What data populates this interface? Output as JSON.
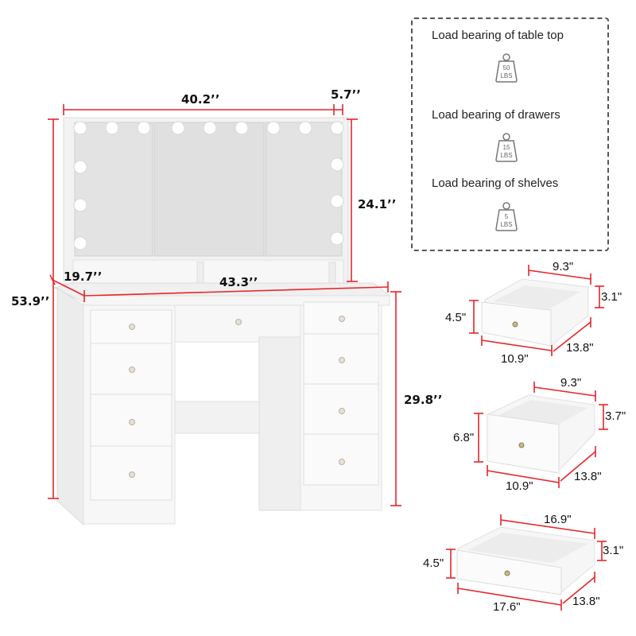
{
  "vanity": {
    "dimensions": {
      "mirror_width": "40.2’’",
      "side_depth": "5.7’’",
      "mirror_height": "24.1’’",
      "total_height": "53.9’’",
      "depth": "19.7’’",
      "table_width": "43.3’’",
      "table_height": "29.8’’"
    },
    "colors": {
      "dimension_line": "#e8252a",
      "furniture": "#f4f4f4",
      "mirror": "#e2e2e2"
    }
  },
  "load_bearing": {
    "items": [
      {
        "label": "Load bearing of table top",
        "weight": "50",
        "unit": "LBS"
      },
      {
        "label": "Load bearing of drawers",
        "weight": "15",
        "unit": "LBS"
      },
      {
        "label": "Load bearing of shelves",
        "weight": "5",
        "unit": "LBS"
      }
    ]
  },
  "drawers": [
    {
      "name": "small-drawer",
      "inner_width": "9.3\"",
      "inner_height": "3.1\"",
      "front_height": "4.5\"",
      "front_width": "10.9\"",
      "depth": "13.8\""
    },
    {
      "name": "deep-drawer",
      "inner_width": "9.3\"",
      "inner_height": "3.7\"",
      "front_height": "6.8\"",
      "front_width": "10.9\"",
      "depth": "13.8\""
    },
    {
      "name": "wide-drawer",
      "inner_width": "16.9\"",
      "inner_height": "3.1\"",
      "front_height": "4.5\"",
      "front_width": "17.6\"",
      "depth": "13.8\""
    }
  ]
}
